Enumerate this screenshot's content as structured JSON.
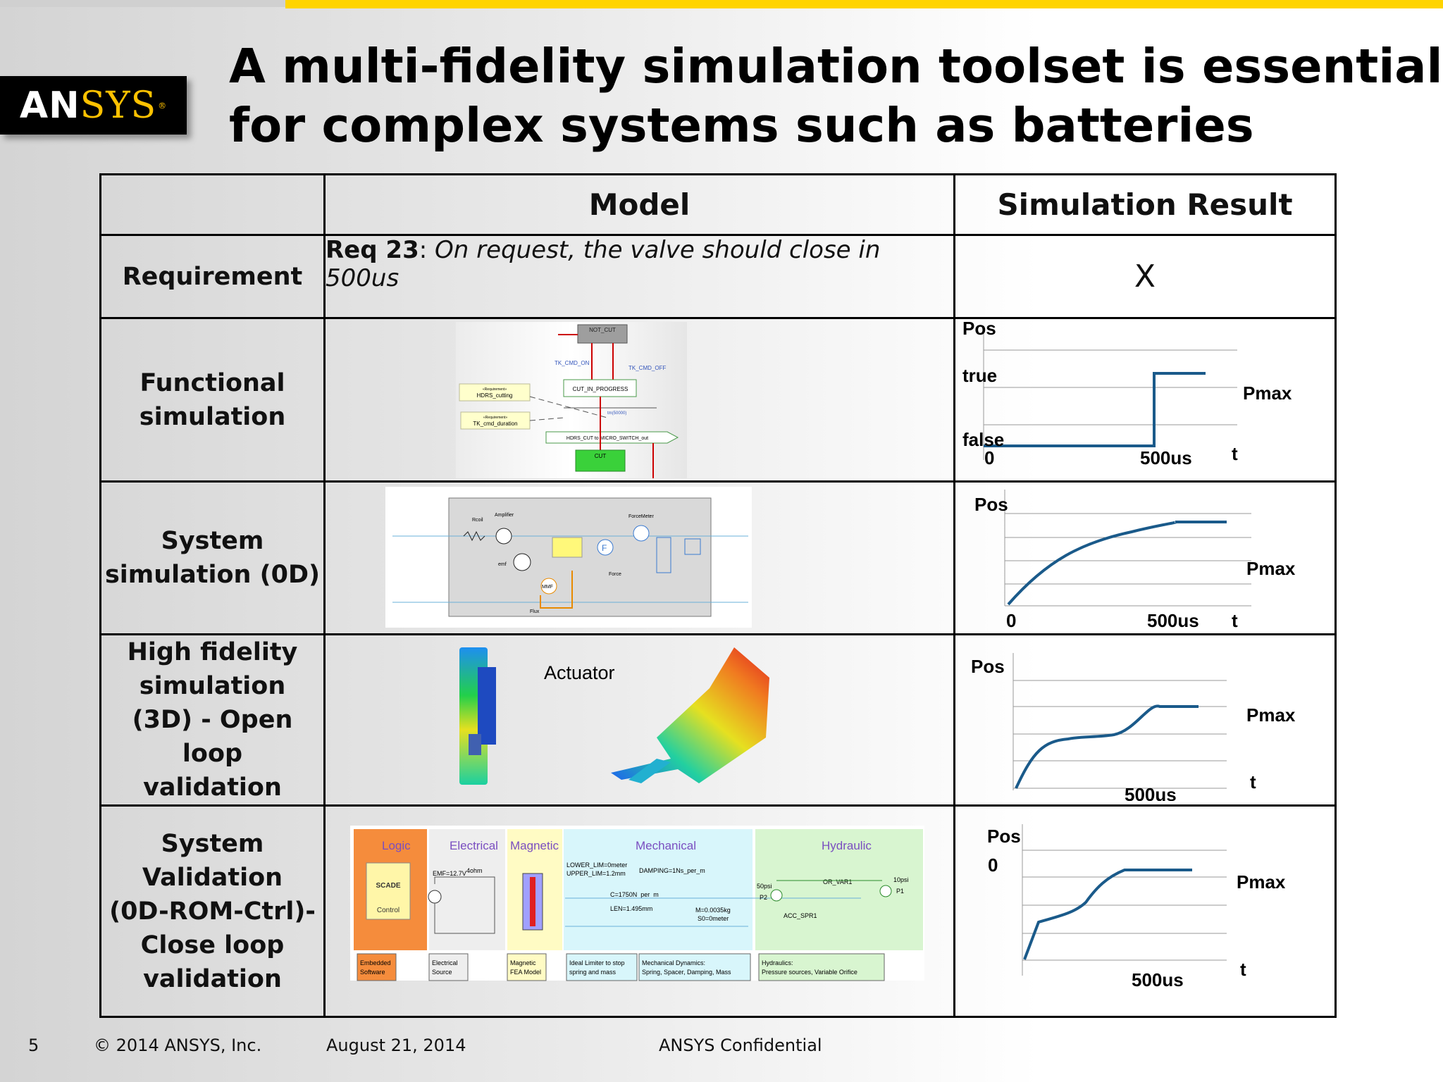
{
  "logo": {
    "prefix": "AN",
    "suffix": "SYS",
    "mark": "®"
  },
  "title": {
    "line1": "A multi-fidelity simulation toolset is essential",
    "line2": "for complex systems such as batteries"
  },
  "table": {
    "headers": [
      "",
      "Model",
      "Simulation Result"
    ],
    "rows": [
      {
        "label": "Requirement"
      },
      {
        "label": "Functional\nsimulation"
      },
      {
        "label": "System\nsimulation (0D)"
      },
      {
        "label": "High fidelity\nsimulation\n(3D) - Open loop\nvalidation"
      },
      {
        "label": "System\nValidation\n(0D-ROM-Ctrl)-\nClose loop\nvalidation"
      }
    ],
    "requirement": {
      "id": "Req 23",
      "sep": ": ",
      "text": "On request, the valve should close in 500us",
      "result": "X"
    }
  },
  "functional_model": {
    "not_cut": "NOT_CUT",
    "cmd_on": "TK_CMD_ON",
    "cmd_off": "TK_CMD_OFF",
    "cut_in_progress": "CUT_IN_PROGRESS",
    "req1_stereo": "«Requirement»",
    "req1_name": "HDRS_cutting",
    "req2_stereo": "«Requirement»",
    "req2_name": "TK_cmd_duration",
    "timer": "tm(50000)",
    "output": "HDRS_CUT to MICRO_SWITCH_out",
    "cut": "CUT"
  },
  "system_model": {
    "rcoil": "Rcoil",
    "amplifier": "Amplifier",
    "force_meter": "ForceMeter",
    "emf": "emf",
    "f_symbol": "F",
    "force": "Force",
    "mmf": "MMF",
    "flux": "Flux"
  },
  "hifi_model": {
    "actuator": "Actuator"
  },
  "validation_model": {
    "sections": [
      {
        "name": "Logic",
        "color": "#f58c3c",
        "bg": "#f58c3c"
      },
      {
        "name": "Electrical",
        "color": "#7a4ec0",
        "bg": "#eeeeee"
      },
      {
        "name": "Magnetic",
        "color": "#7a4ec0",
        "bg": "#fffbc4"
      },
      {
        "name": "Mechanical",
        "color": "#7a4ec0",
        "bg": "#d8f6fb"
      },
      {
        "name": "Hydraulic",
        "color": "#7a4ec0",
        "bg": "#d8f5d0"
      }
    ],
    "scade": "SCADE",
    "control": "Control",
    "emf": "EMF=12.7V",
    "ohm": "4ohm",
    "lower_lim": "LOWER_LIM=0meter",
    "upper_lim": "UPPER_LIM=1.2mm",
    "damping": "DAMPING=1Ns_per_m",
    "spring": "C=1750N_per_m",
    "len": "LEN=1.495mm",
    "mass": "M=0.0035kg",
    "s0": "S0=0meter",
    "or_var": "OR_VAR1",
    "p50": "50psi",
    "p2": "P2",
    "acc": "ACC_SPR1",
    "p10": "10psi",
    "p1": "P1",
    "bottom": [
      {
        "line1": "Embedded",
        "line2": "Software"
      },
      {
        "line1": "Electrical",
        "line2": "Source"
      },
      {
        "line1": "Magnetic",
        "line2": "FEA Model"
      },
      {
        "line1": "Ideal Limiter to stop",
        "line2": "spring and mass"
      },
      {
        "line1": "Mechanical Dynamics:",
        "line2": "Spring, Spacer, Damping, Mass"
      },
      {
        "line1": "Hydraulics:",
        "line2": "Pressure sources, Variable Orifice"
      }
    ]
  },
  "results": {
    "functional": {
      "y": "Pos",
      "top": "true",
      "bottom": "false",
      "zero": "0",
      "tick": "500us",
      "t": "t",
      "pmax": "Pmax"
    },
    "system": {
      "y": "Pos",
      "zero": "0",
      "tick": "500us",
      "t": "t",
      "pmax": "Pmax"
    },
    "hifi": {
      "y": "Pos",
      "tick": "500us",
      "t": "t",
      "pmax": "Pmax"
    },
    "validation": {
      "y": "Pos",
      "zero": "0",
      "tick": "500us",
      "t": "t",
      "pmax": "Pmax"
    }
  },
  "footer": {
    "page": "5",
    "copyright": "© 2014 ANSYS, Inc.",
    "date": "August 21, 2014",
    "confidential": "ANSYS Confidential"
  }
}
